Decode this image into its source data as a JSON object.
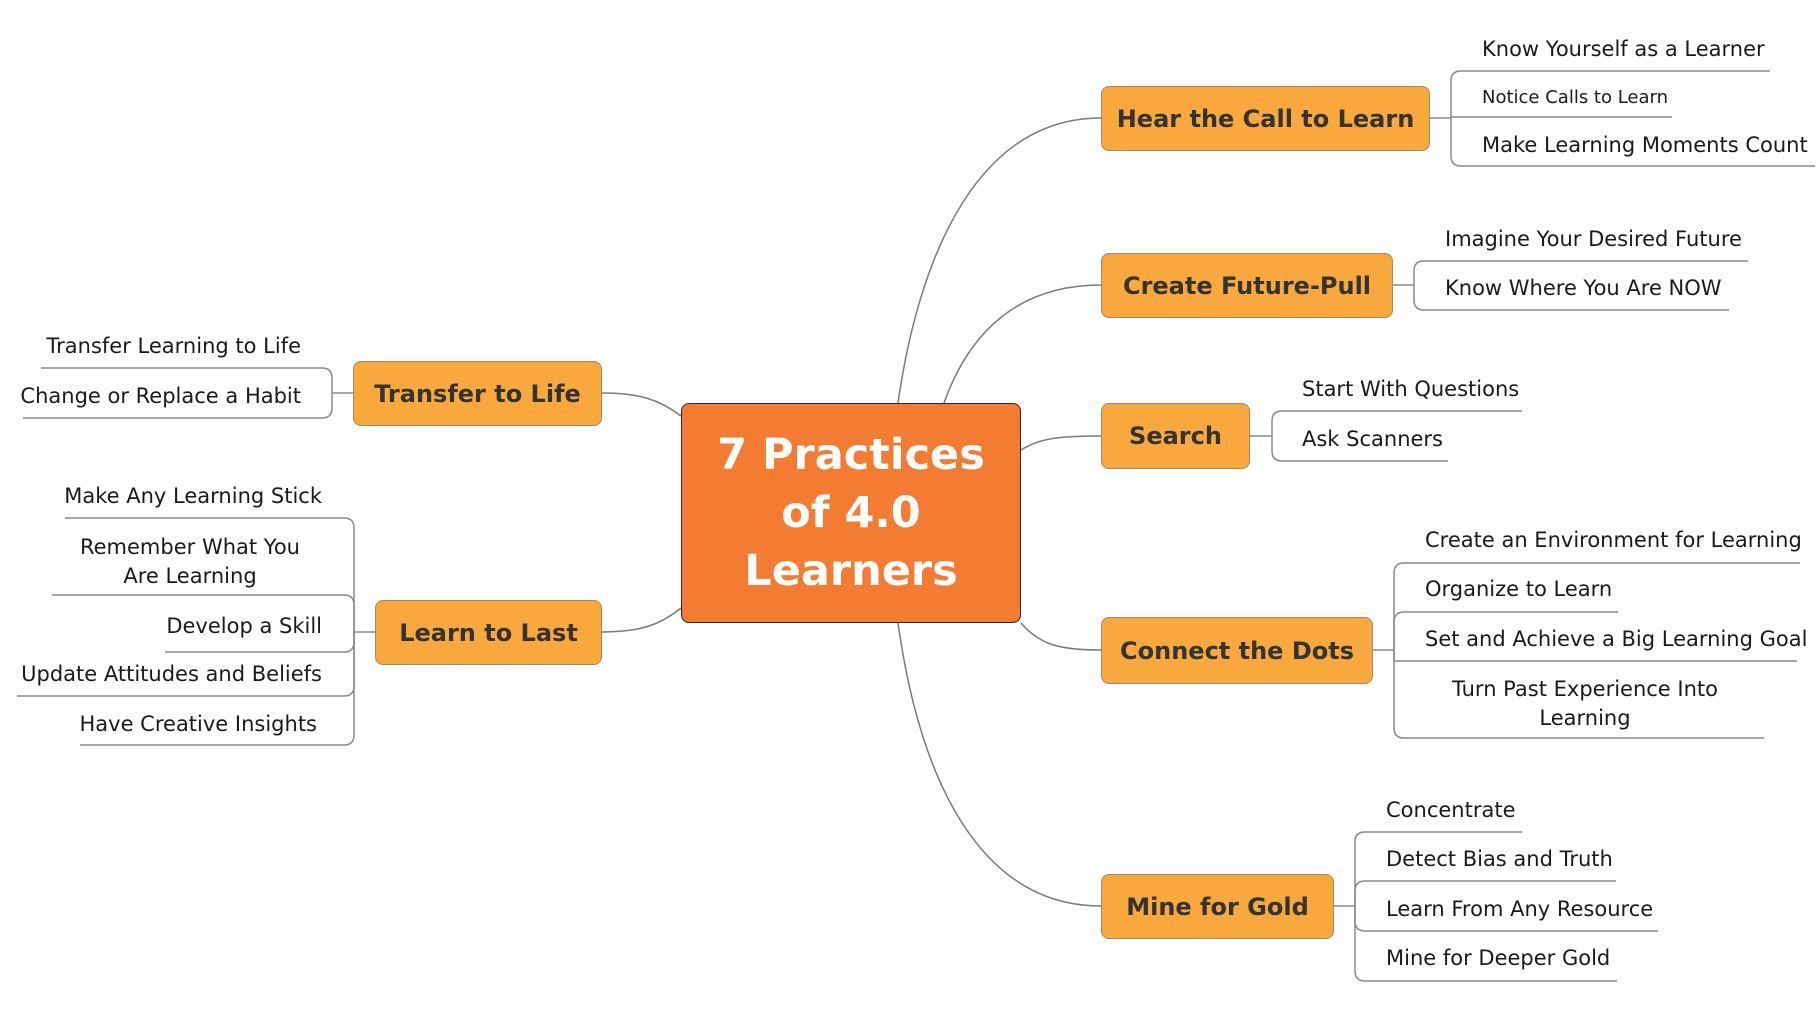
{
  "central": {
    "title": "7 Practices\nof 4.0\nLearners",
    "color": "#f37c32"
  },
  "topic_color": "#f8a83c",
  "topics": {
    "hear": {
      "label": "Hear the Call to Learn",
      "subtopics": [
        "Know Yourself as a Learner",
        "Notice Calls to Learn",
        "Make Learning Moments Count"
      ]
    },
    "future": {
      "label": "Create Future-Pull",
      "subtopics": [
        "Imagine Your Desired Future",
        "Know Where You Are NOW"
      ]
    },
    "search": {
      "label": "Search",
      "subtopics": [
        "Start With Questions",
        "Ask Scanners"
      ]
    },
    "dots": {
      "label": "Connect the Dots",
      "subtopics": [
        "Create an Environment for Learning",
        "Organize to Learn",
        "Set and Achieve a Big Learning Goal",
        "Turn Past Experience Into\nLearning"
      ]
    },
    "gold": {
      "label": "Mine for Gold",
      "subtopics": [
        "Concentrate",
        "Detect Bias and Truth",
        "Learn From Any Resource",
        "Mine for Deeper Gold"
      ]
    },
    "transfer": {
      "label": "Transfer to Life",
      "subtopics": [
        "Transfer Learning to Life",
        "Change or Replace a Habit"
      ]
    },
    "last": {
      "label": "Learn to Last",
      "subtopics": [
        "Make Any Learning Stick",
        "Remember What You\nAre Learning",
        "Develop a Skill",
        "Update Attitudes and Beliefs",
        "Have Creative Insights"
      ]
    }
  }
}
